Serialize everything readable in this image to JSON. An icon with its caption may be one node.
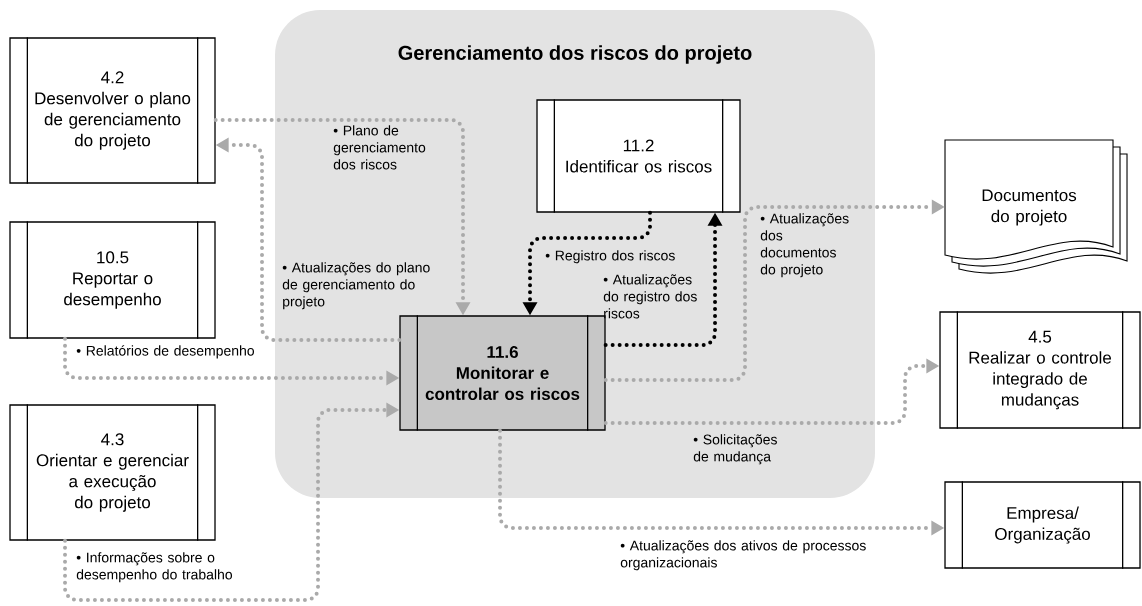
{
  "diagram": {
    "nodes": [
      {
        "text": [
          "Gerenciamento dos riscos do projeto"
        ]
      },
      {
        "text": [
          "4.2",
          "Desenvolver o plano de gerenciamento do projeto"
        ]
      },
      {
        "text": [
          "10.5",
          "Reportar o desempenho"
        ]
      },
      {
        "text": [
          "4.3",
          "Orientar e gerenciar a execução do projeto"
        ]
      },
      {
        "text": [
          "11.2",
          "Identificar os riscos"
        ],
        "in": 0
      },
      {
        "text": [
          "11.6",
          "Monitorar e controlar os riscos"
        ],
        "in": 0
      },
      {
        "text": [
          "Documentos do projeto"
        ]
      },
      {
        "text": [
          "4.5",
          "Realizar o controle integrado de mudanças"
        ]
      },
      {
        "text": [
          "Empresa/ Organização"
        ]
      }
    ],
    "edges": [
      {
        "from": 1,
        "to": 5,
        "arrow": "to",
        "label": "• Plano de gerenciamento dos riscos"
      },
      {
        "from": 5,
        "to": 1,
        "arrow": "to",
        "label": "• Atualizações do plano de gerenciamento do projeto"
      },
      {
        "from": 2,
        "to": 5,
        "arrow": "to",
        "label": "• Relatórios de desempenho"
      },
      {
        "from": 3,
        "to": 5,
        "arrow": "to",
        "label": "• Informações sobre o desempenho do trabalho"
      },
      {
        "from": 4,
        "to": 5,
        "arrow": "to",
        "label": "• Registro dos riscos",
        "color": "#000000"
      },
      {
        "from": 5,
        "to": 4,
        "arrow": "to",
        "label": "• Atualizações do registro dos riscos",
        "color": "#000000"
      },
      {
        "from": 5,
        "to": 6,
        "arrow": "to",
        "label": "• Atualizações dos documentos do projeto"
      },
      {
        "from": 5,
        "to": 7,
        "arrow": "to",
        "label": "• Solicitações de mudança"
      },
      {
        "from": 5,
        "to": 8,
        "arrow": "to",
        "label": "• Atualizações dos ativos de processos organizacionais"
      }
    ]
  }
}
